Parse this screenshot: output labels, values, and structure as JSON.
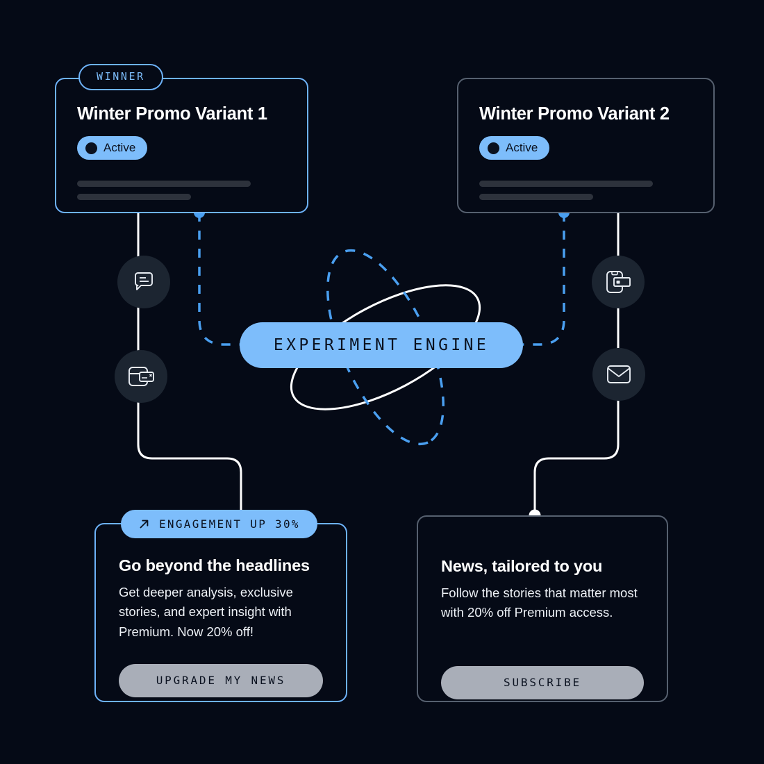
{
  "theme": {
    "background": "#050a16",
    "accent_blue": "#7dbdfb",
    "border_blue": "#6db2f8",
    "border_gray": "#56606f",
    "button_gray": "#a9aeb8",
    "icon_circle": "#1c2531"
  },
  "variants": [
    {
      "badge": "WINNER",
      "title": "Winter Promo Variant 1",
      "status": "Active",
      "is_winner": true
    },
    {
      "badge": "",
      "title": "Winter Promo Variant 2",
      "status": "Active",
      "is_winner": false
    }
  ],
  "engine": {
    "label": "EXPERIMENT ENGINE"
  },
  "channels": {
    "left": [
      {
        "icon": "chat-bubble-icon"
      },
      {
        "icon": "browser-popup-icon"
      }
    ],
    "right": [
      {
        "icon": "mobile-push-icon"
      },
      {
        "icon": "email-envelope-icon"
      }
    ]
  },
  "messages": [
    {
      "badge": "ENGAGEMENT UP 30%",
      "badge_icon": "trend-up-arrow-icon",
      "title": "Go beyond the headlines",
      "body": "Get deeper analysis, exclusive stories, and expert insight with Premium. Now 20% off!",
      "cta": "UPGRADE MY NEWS",
      "highlight": true
    },
    {
      "badge": "",
      "title": "News, tailored to you",
      "body": "Follow the stories that matter most with 20% off Premium access.",
      "cta": "SUBSCRIBE",
      "highlight": false
    }
  ]
}
